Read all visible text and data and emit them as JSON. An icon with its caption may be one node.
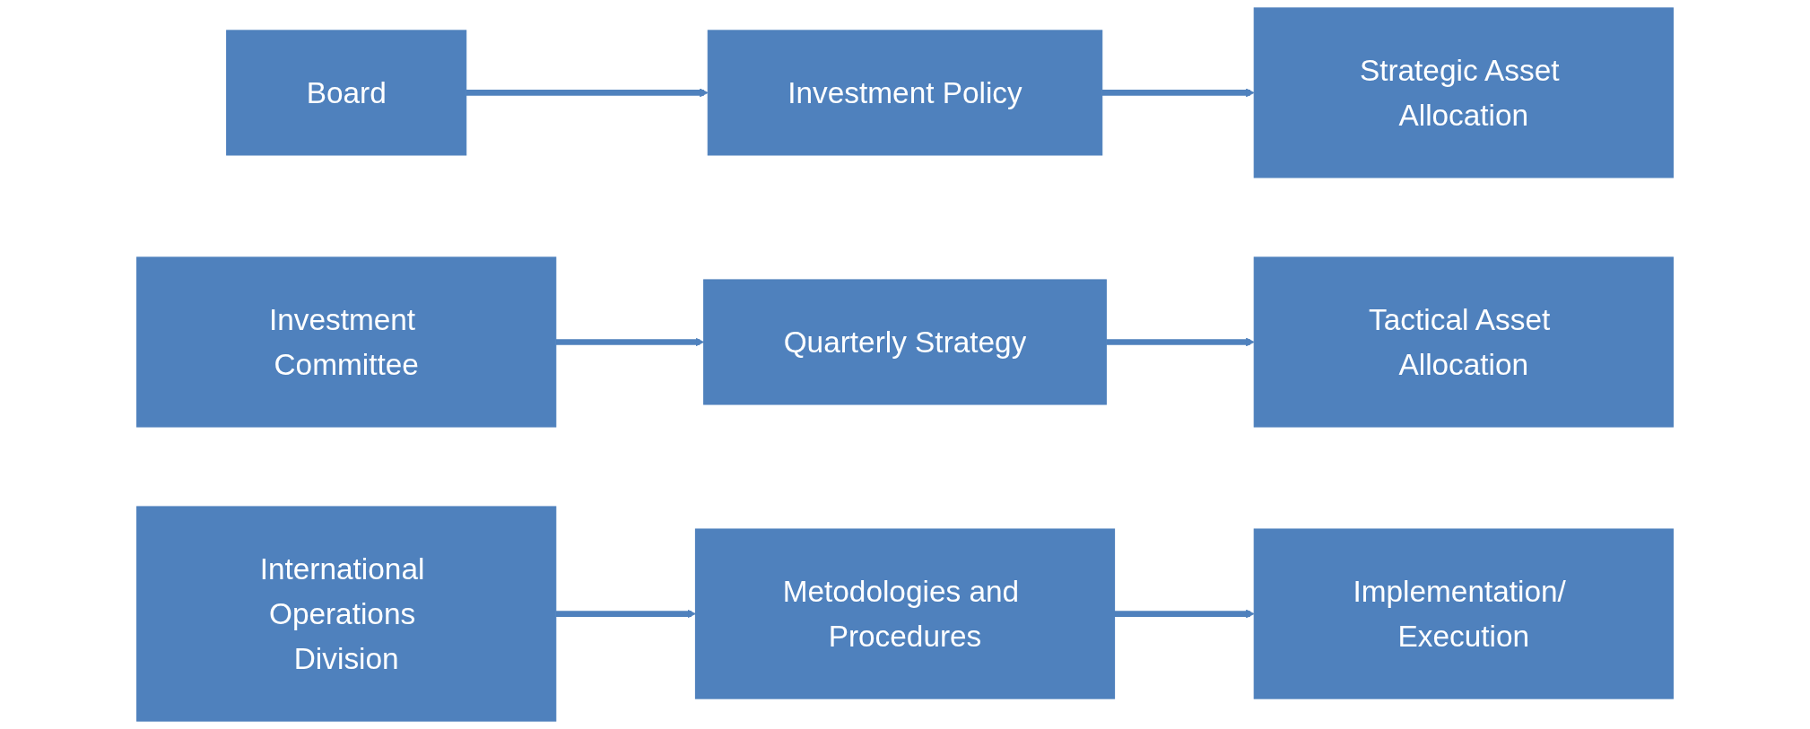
{
  "diagram": {
    "nodes": [
      {
        "text": [
          "Board"
        ]
      },
      {
        "text": [
          "Investment Policy"
        ]
      },
      {
        "text": [
          "Strategic Asset Allocation"
        ]
      },
      {
        "text": [
          "Investment Committee"
        ]
      },
      {
        "text": [
          "Quarterly Strategy"
        ]
      },
      {
        "text": [
          "Tactical Asset Allocation"
        ]
      },
      {
        "text": [
          "International Operations Division"
        ]
      },
      {
        "text": [
          "Metodologies and Procedures"
        ]
      },
      {
        "text": [
          "Implementation/ Execution"
        ]
      }
    ],
    "edges": [
      {
        "from": 0,
        "to": 1,
        "arrow": "to"
      },
      {
        "from": 1,
        "to": 2,
        "arrow": "to"
      },
      {
        "from": 3,
        "to": 4,
        "arrow": "to"
      },
      {
        "from": 4,
        "to": 5,
        "arrow": "to"
      },
      {
        "from": 6,
        "to": 7,
        "arrow": "to"
      },
      {
        "from": 7,
        "to": 8,
        "arrow": "to"
      }
    ]
  }
}
